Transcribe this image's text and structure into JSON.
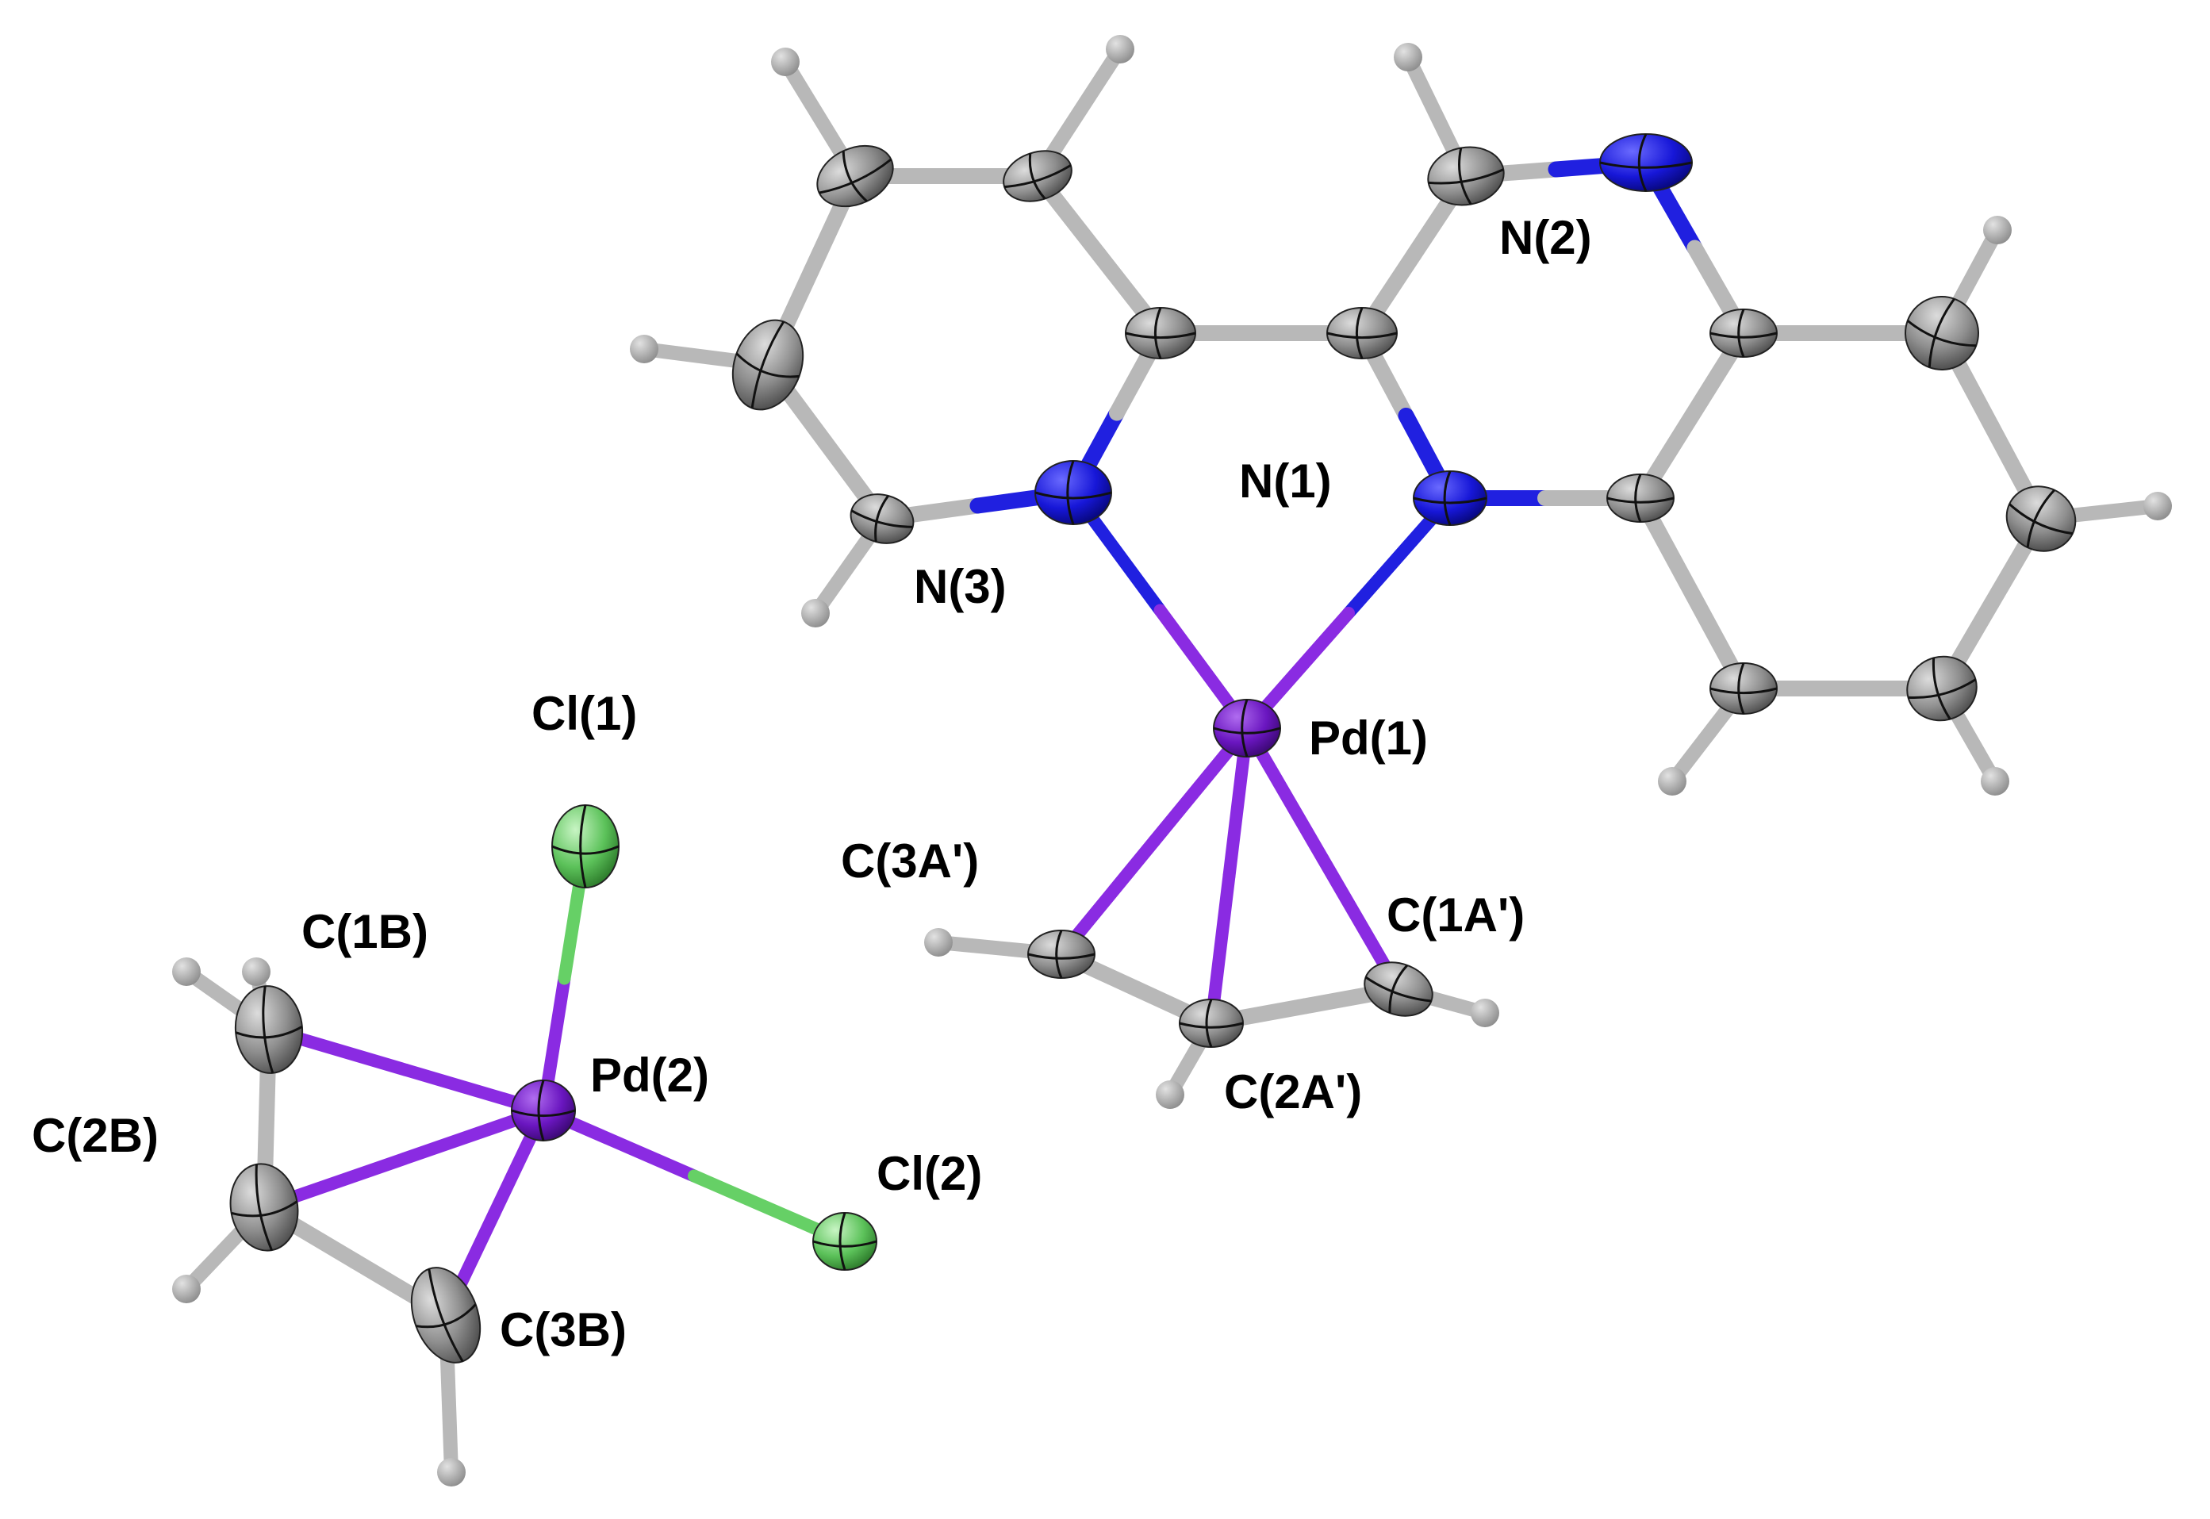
{
  "figure": {
    "labels": {
      "N1": "N(1)",
      "N2": "N(2)",
      "N3": "N(3)",
      "Pd1": "Pd(1)",
      "Pd2": "Pd(2)",
      "Cl1": "Cl(1)",
      "Cl2": "Cl(2)",
      "C1A": "C(1A')",
      "C2A": "C(2A')",
      "C3A": "C(3A')",
      "C1B": "C(1B)",
      "C2B": "C(2B)",
      "C3B": "C(3B)"
    },
    "colors": {
      "carbon": "#9a9a9a",
      "hydrogen": "#a6a6a6",
      "nitrogen": "#1f1fe0",
      "palladium": "#7a20c8",
      "chlorine": "#5cc25a",
      "bond_gray": "#b8b8b8",
      "bond_pd": "#8a2be2",
      "bond_n": "#2020e0",
      "bond_cl": "#66d066"
    }
  }
}
